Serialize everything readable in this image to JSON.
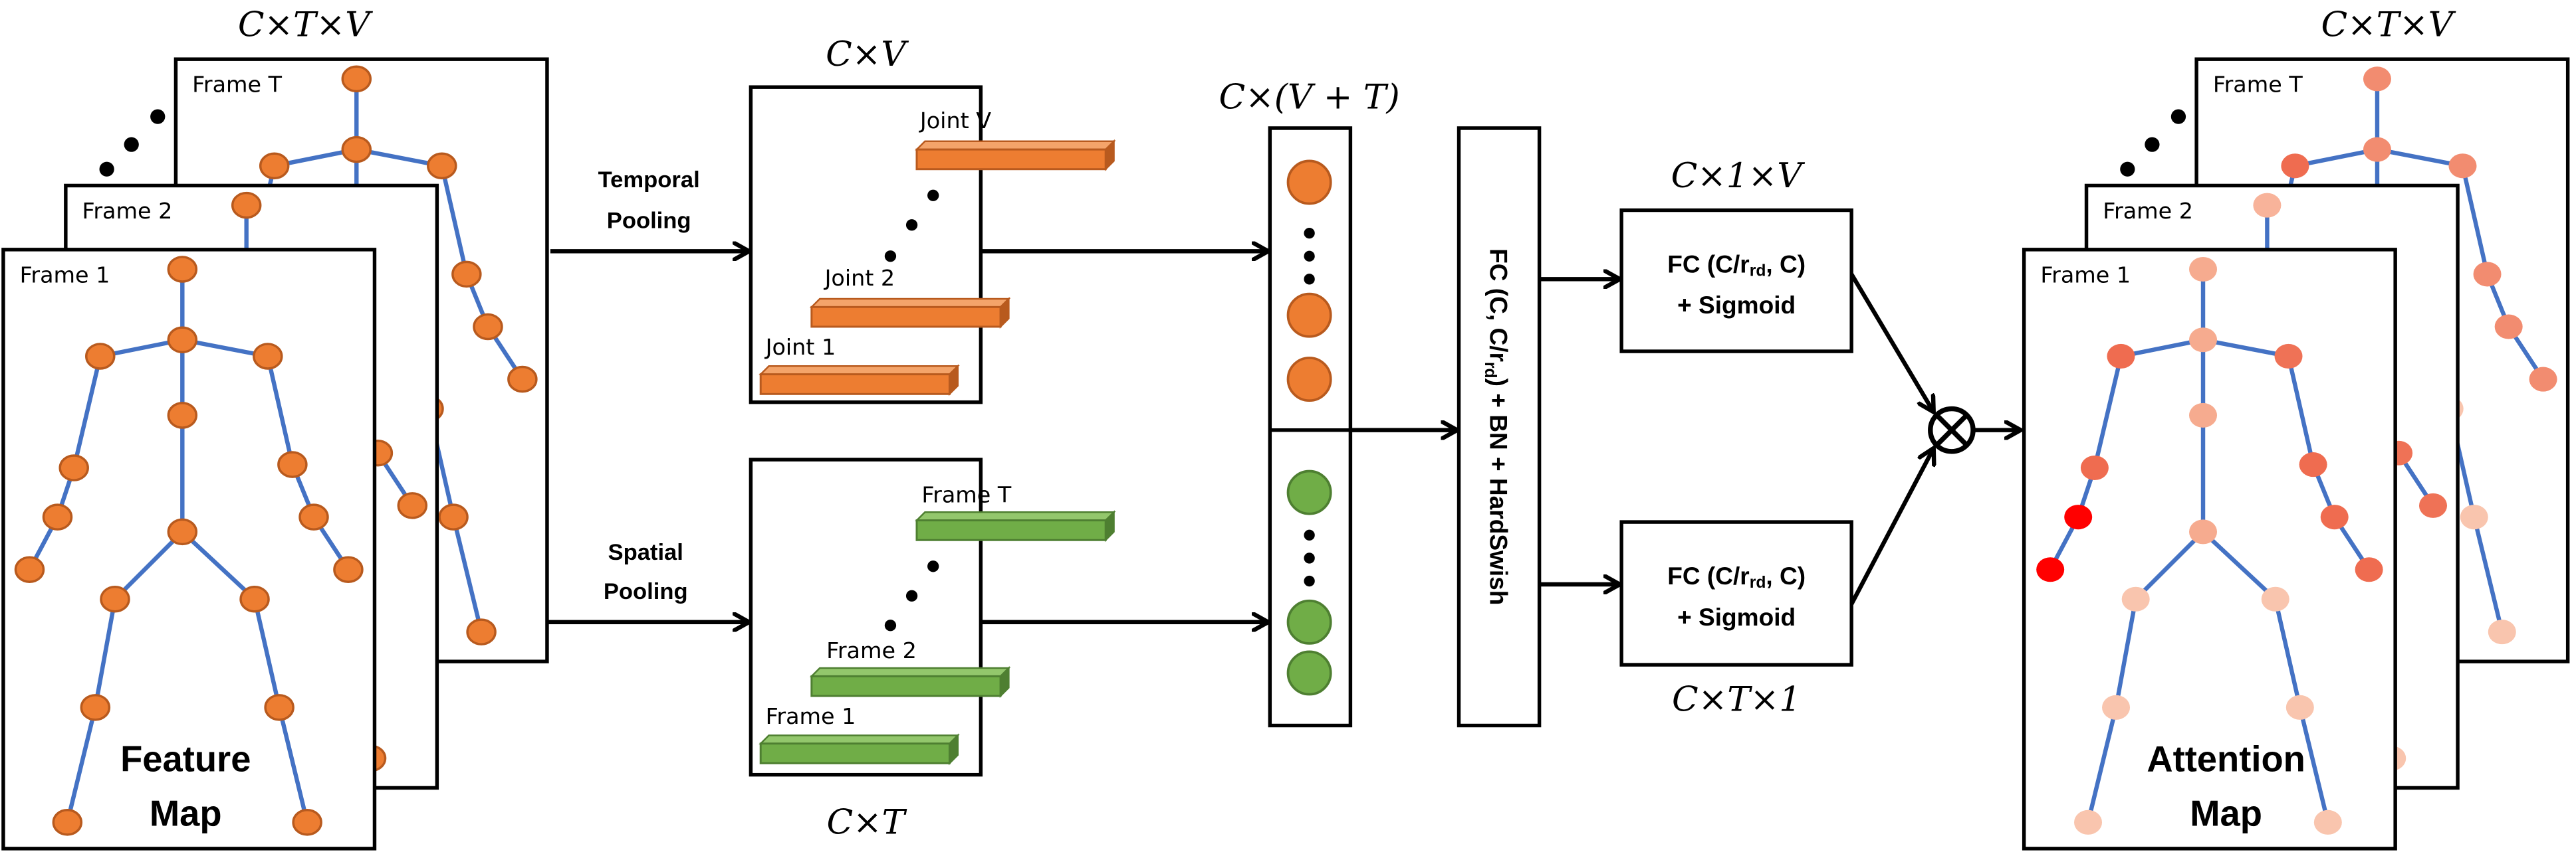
{
  "left": {
    "dims": "C×T×V",
    "frames": [
      "Frame 1",
      "Frame 2",
      "Frame T"
    ],
    "title_line1": "Feature",
    "title_line2": "Map",
    "joint_color": "#ed7d31",
    "joint_stroke": "#b85a1e"
  },
  "pooling": {
    "temporal_line1": "Temporal",
    "temporal_line2": "Pooling",
    "spatial_line1": "Spatial",
    "spatial_line2": "Pooling"
  },
  "temporal_box": {
    "dims": "C×V",
    "bars": [
      "Joint 1",
      "Joint 2",
      "Joint V"
    ],
    "color": "#ed7d31"
  },
  "spatial_box": {
    "dims": "C×T",
    "bars": [
      "Frame 1",
      "Frame 2",
      "Frame T"
    ],
    "color": "#70ad47"
  },
  "concat": {
    "dims": "C×(V + T)"
  },
  "shared_fc": {
    "label": "FC (C, C/r",
    "sub": "rd",
    "suffix": ") + BN + HardSwish"
  },
  "branch_top": {
    "dims": "C×1×V",
    "line1": "FC (C/r",
    "sub": "rd",
    "line1_suffix": ", C)",
    "line2": "+ Sigmoid"
  },
  "branch_bottom": {
    "dims": "C×T×1",
    "line1": "FC (C/r",
    "sub": "rd",
    "line1_suffix": ", C)",
    "line2": "+ Sigmoid"
  },
  "multiply_icon": "circled-times",
  "right": {
    "dims": "C×T×V",
    "frames": [
      "Frame 1",
      "Frame 2",
      "Frame T"
    ],
    "title_line1": "Attention",
    "title_line2": "Map",
    "attention_colors": {
      "frame1": [
        "#f6ab8f",
        "#f6ab8f",
        "#ef6c50",
        "#ef7256",
        "#f6ab8f",
        "#ef6c50",
        "#ff0000",
        "#ff0000",
        "#ef6c50",
        "#ef6c50",
        "#ef6c50",
        "#f6ab8f",
        "#f9c5ae",
        "#f9c5ae",
        "#f9c5ae",
        "#f9c5ae",
        "#f9c5ae",
        "#f9c5ae"
      ],
      "frame2": [
        "#f8b39a",
        "#f6ab8f",
        "#f08a70",
        "#f08a70",
        "#f6ab8f",
        "#f08a70",
        "#f08a70",
        "#f08a70",
        "#ef7256",
        "#ef7256",
        "#ef7256",
        "#f6ab8f",
        "#f9c5ae",
        "#f9c5ae",
        "#f9c5ae",
        "#f9c5ae",
        "#f9c5ae",
        "#f9c5ae"
      ],
      "frameT": [
        "#f28c70",
        "#f28c70",
        "#ef6c50",
        "#f28c70",
        "#f28c70",
        "#f28c70",
        "#f28c70",
        "#f28c70",
        "#f28c70",
        "#f28c70",
        "#f28c70",
        "#f6ab8f",
        "#f9c5ae",
        "#f9c5ae",
        "#f9c5ae",
        "#f9c5ae",
        "#f9c5ae",
        "#f9c5ae"
      ]
    }
  }
}
